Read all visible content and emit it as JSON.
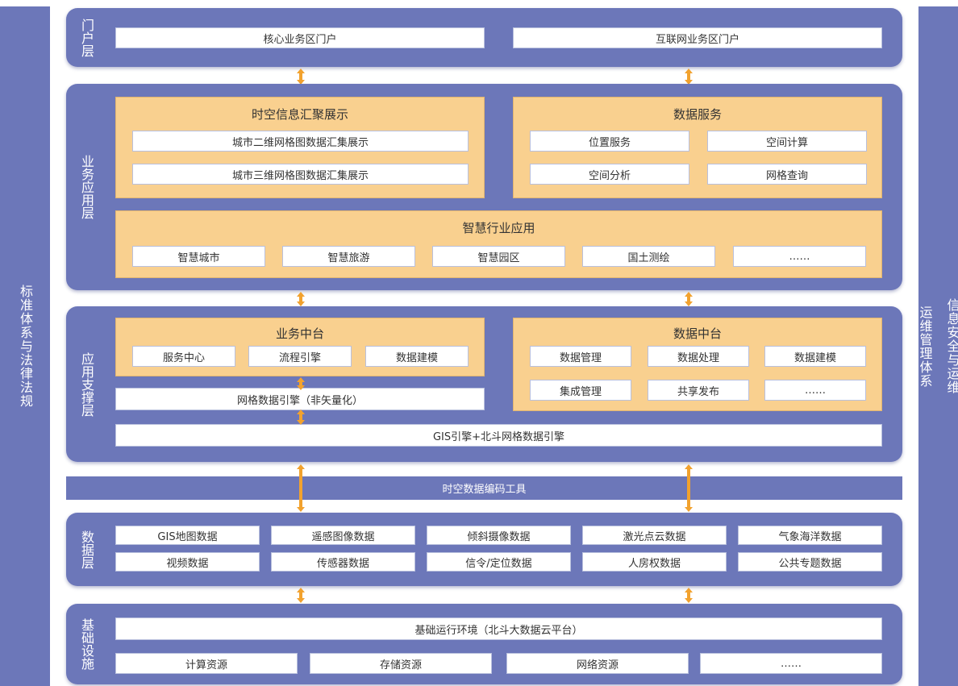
{
  "left_sidebar": {
    "label": "标准体系与法律法规"
  },
  "right_sidebar": {
    "label_1": "信息安全与运维",
    "label_2": "运维管理体系"
  },
  "portal": {
    "label": "门户层",
    "items": [
      "核心业务区门户",
      "互联网业务区门户"
    ]
  },
  "business": {
    "label": "业务应用层",
    "spatiotemporal": {
      "title": "时空信息汇聚展示",
      "items": [
        "城市二维网格图数据汇集展示",
        "城市三维网格图数据汇集展示"
      ]
    },
    "data_service": {
      "title": "数据服务",
      "items": [
        "位置服务",
        "空间计算",
        "空间分析",
        "网格查询"
      ]
    },
    "industry": {
      "title": "智慧行业应用",
      "items": [
        "智慧城市",
        "智慧旅游",
        "智慧园区",
        "国土测绘",
        "……"
      ]
    }
  },
  "support": {
    "label": "应用支撑层",
    "business_platform": {
      "title": "业务中台",
      "items": [
        "服务中心",
        "流程引擎",
        "数据建模"
      ]
    },
    "data_platform": {
      "title": "数据中台",
      "items": [
        "数据管理",
        "数据处理",
        "数据建模",
        "集成管理",
        "共享发布",
        "……"
      ]
    },
    "grid_engine": "网格数据引擎（非矢量化）",
    "gis_engine": "GIS引擎+北斗网格数据引擎"
  },
  "encoding_tool": "时空数据编码工具",
  "data_layer": {
    "label": "数据层",
    "items": [
      "GIS地图数据",
      "遥感图像数据",
      "倾斜摄像数据",
      "激光点云数据",
      "气象海洋数据",
      "视频数据",
      "传感器数据",
      "信令/定位数据",
      "人房权数据",
      "公共专题数据"
    ]
  },
  "infrastructure": {
    "label": "基础设施",
    "runtime": "基础运行环境（北斗大数据云平台）",
    "items": [
      "计算资源",
      "存储资源",
      "网络资源",
      "……"
    ]
  },
  "colors": {
    "layer": "#6c77b9",
    "panel": "#f9d08f",
    "arrow": "#f2a22e"
  }
}
